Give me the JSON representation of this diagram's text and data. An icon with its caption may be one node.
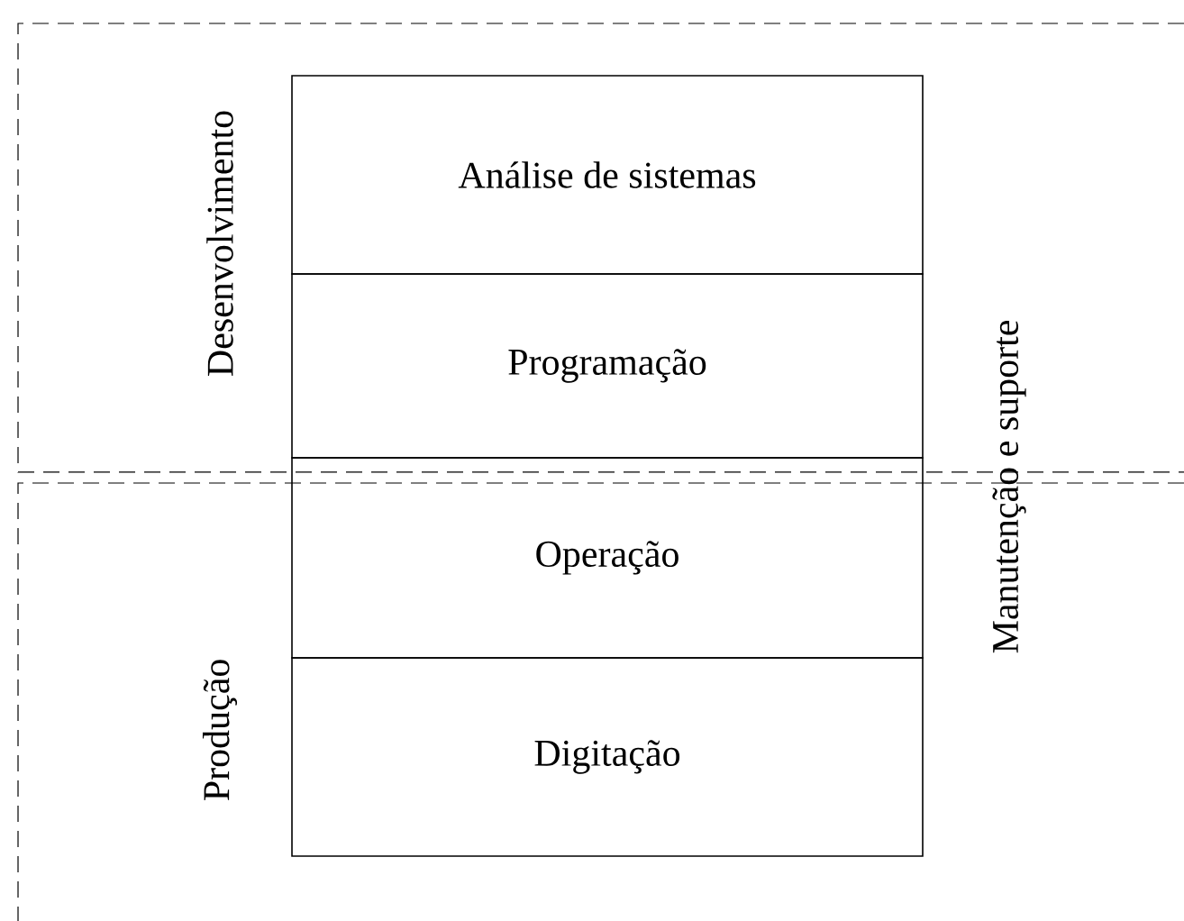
{
  "diagram": {
    "nodes": [
      {
        "text": [
          "Desenvolvimento"
        ]
      },
      {
        "text": [
          "Produção"
        ]
      },
      {
        "text": [
          "Análise de sistemas"
        ],
        "in": 0
      },
      {
        "text": [
          "Programação"
        ],
        "in": 0
      },
      {
        "text": [
          "Operação"
        ]
      },
      {
        "text": [
          "Digitação"
        ],
        "in": 1
      }
    ],
    "edges": [],
    "labels": [
      "Manutenção e suporte"
    ]
  }
}
